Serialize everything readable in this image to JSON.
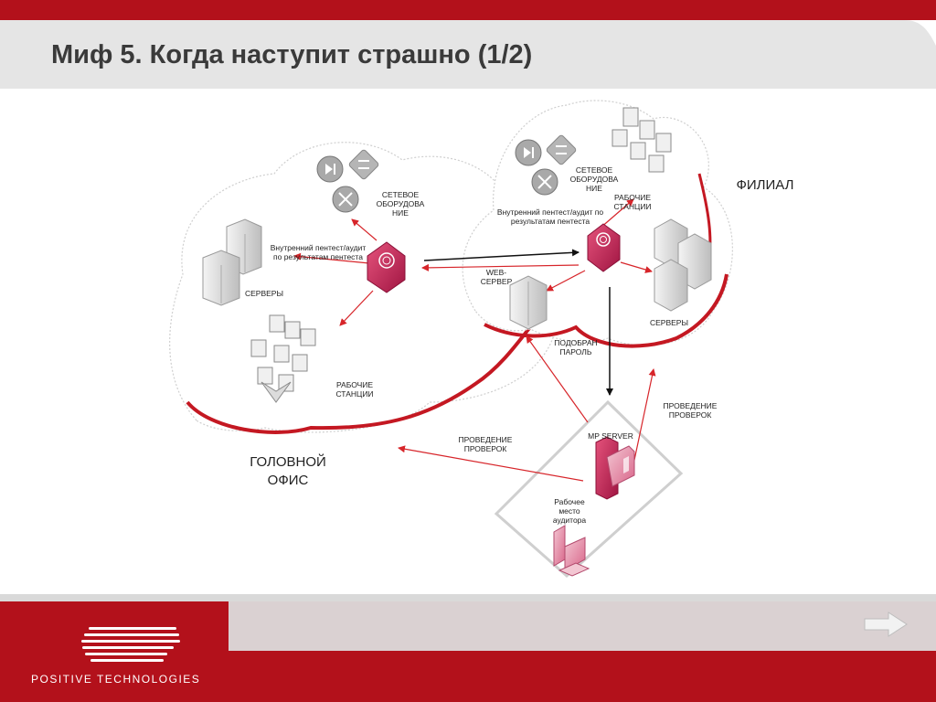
{
  "slide": {
    "title": "Миф 5. Когда наступит страшно (1/2)",
    "colors": {
      "brand_red": "#b3111b",
      "gray_band": "#e5e5e5",
      "cloud_shadow": "#c41822",
      "arrow_red": "#d7252a",
      "pink": "#e8a5b8",
      "magenta": "#c8325e"
    }
  },
  "head_office": {
    "name_line1": "ГОЛОВНОЙ",
    "name_line2": "ОФИС",
    "network_equipment_line1": "СЕТЕВОЕ",
    "network_equipment_line2": "ОБОРУДОВА",
    "network_equipment_line3": "НИЕ",
    "pentest_line1": "Внутренний пентест/аудит",
    "pentest_line2": "по результатам пентеста",
    "servers": "СЕРВЕРЫ",
    "workstations_line1": "РАБОЧИЕ",
    "workstations_line2": "СТАНЦИИ"
  },
  "branch": {
    "name": "ФИЛИАЛ",
    "network_equipment_line1": "СЕТЕВОЕ",
    "network_equipment_line2": "ОБОРУДОВА",
    "network_equipment_line3": "НИЕ",
    "workstations_line1": "РАБОЧИЕ",
    "workstations_line2": "СТАНЦИИ",
    "pentest_line1": "Внутренний пентест/аудит по",
    "pentest_line2": "результатам пентеста",
    "web_server_line1": "WEB-",
    "web_server_line2": "СЕРВЕР",
    "servers": "СЕРВЕРЫ"
  },
  "links": {
    "password_found_line1": "ПОДОБРАН",
    "password_found_line2": "ПАРОЛЬ",
    "checks_left_line1": "ПРОВЕДЕНИЕ",
    "checks_left_line2": "ПРОВЕРОК",
    "checks_right_line1": "ПРОВЕДЕНИЕ",
    "checks_right_line2": "ПРОВЕРОК"
  },
  "mp_zone": {
    "server": "MP SERVER",
    "auditor_line1": "Рабочее",
    "auditor_line2": "место",
    "auditor_line3": "аудитора"
  },
  "footer": {
    "brand": "POSITIVE TECHNOLOGIES",
    "icons": {
      "next": "arrow-right-icon",
      "logo": "stripes-logo-icon"
    }
  }
}
